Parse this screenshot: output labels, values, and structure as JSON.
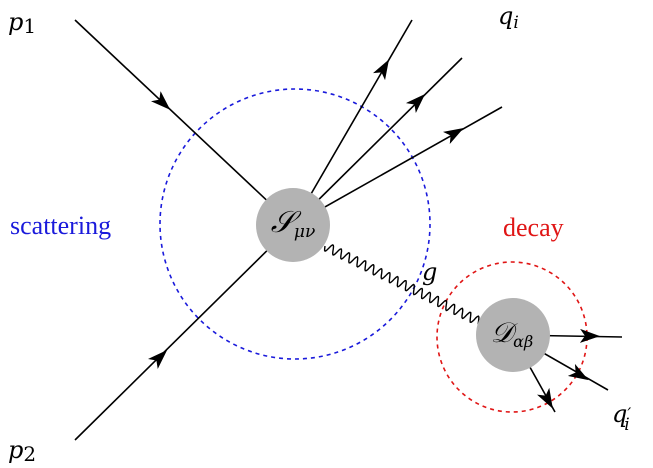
{
  "diagram": {
    "labels": {
      "p1": "p1",
      "p2": "p2",
      "qi": "qi",
      "qi_prime": "q′i",
      "g": "g"
    },
    "regions": {
      "scattering": {
        "label": "scattering",
        "color": "#1a1adb"
      },
      "decay": {
        "label": "decay",
        "color": "#e01515"
      }
    },
    "vertices": {
      "scattering": "Sμν",
      "decay": "Dαβ"
    },
    "colors": {
      "vertex_fill": "#b3b3b3",
      "line": "#000000"
    }
  }
}
